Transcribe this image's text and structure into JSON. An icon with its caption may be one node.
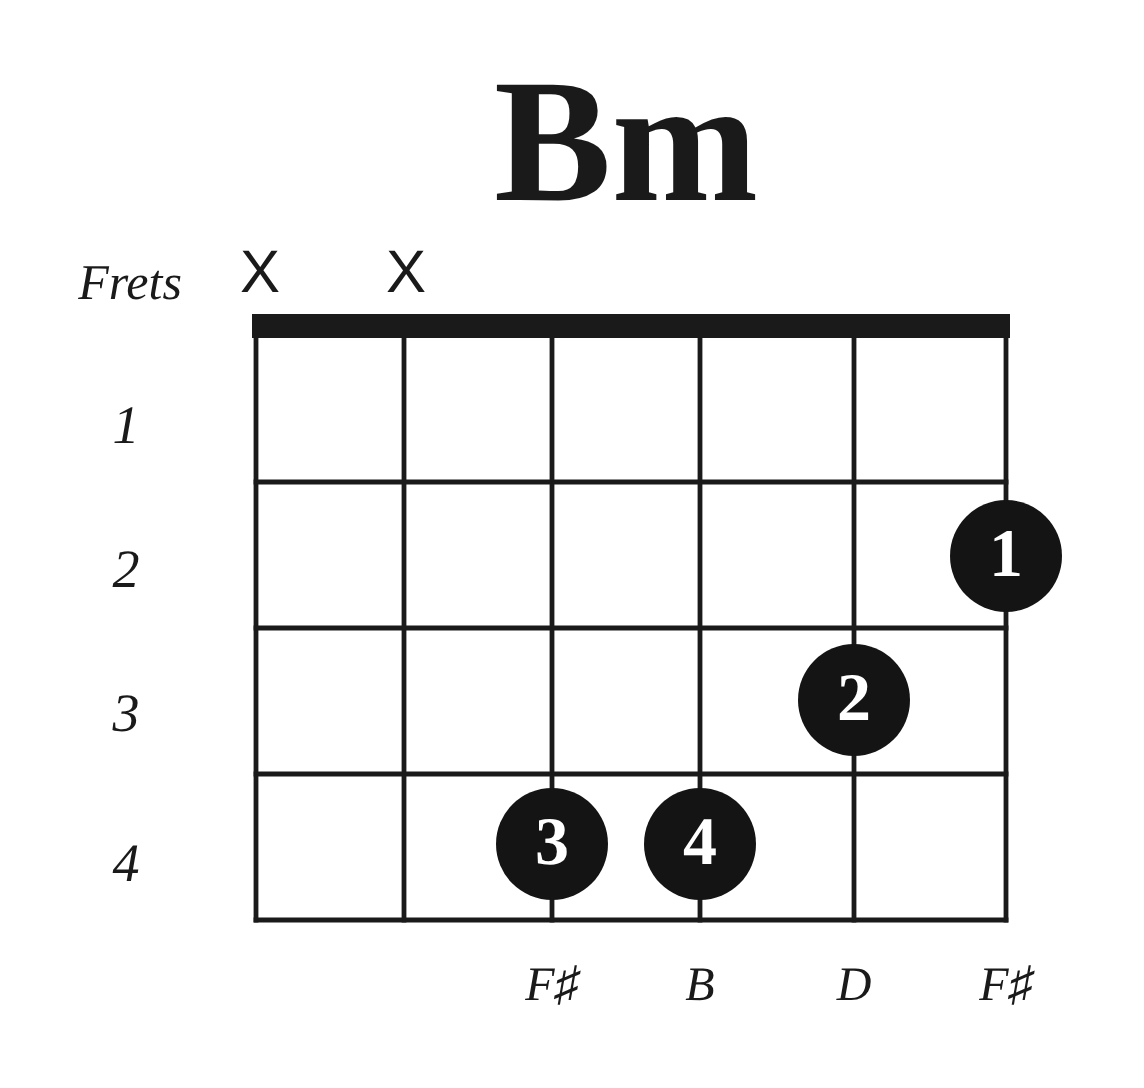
{
  "diagram": {
    "title": "Bm",
    "nodes": [
      {
        "text": [
          "1"
        ]
      },
      {
        "text": [
          "2"
        ]
      },
      {
        "text": [
          "3"
        ]
      },
      {
        "text": [
          "4"
        ]
      }
    ],
    "labels": [
      "Frets",
      "X",
      "X",
      "1",
      "2",
      "3",
      "4",
      "F♯",
      "B",
      "D",
      "F♯"
    ]
  }
}
